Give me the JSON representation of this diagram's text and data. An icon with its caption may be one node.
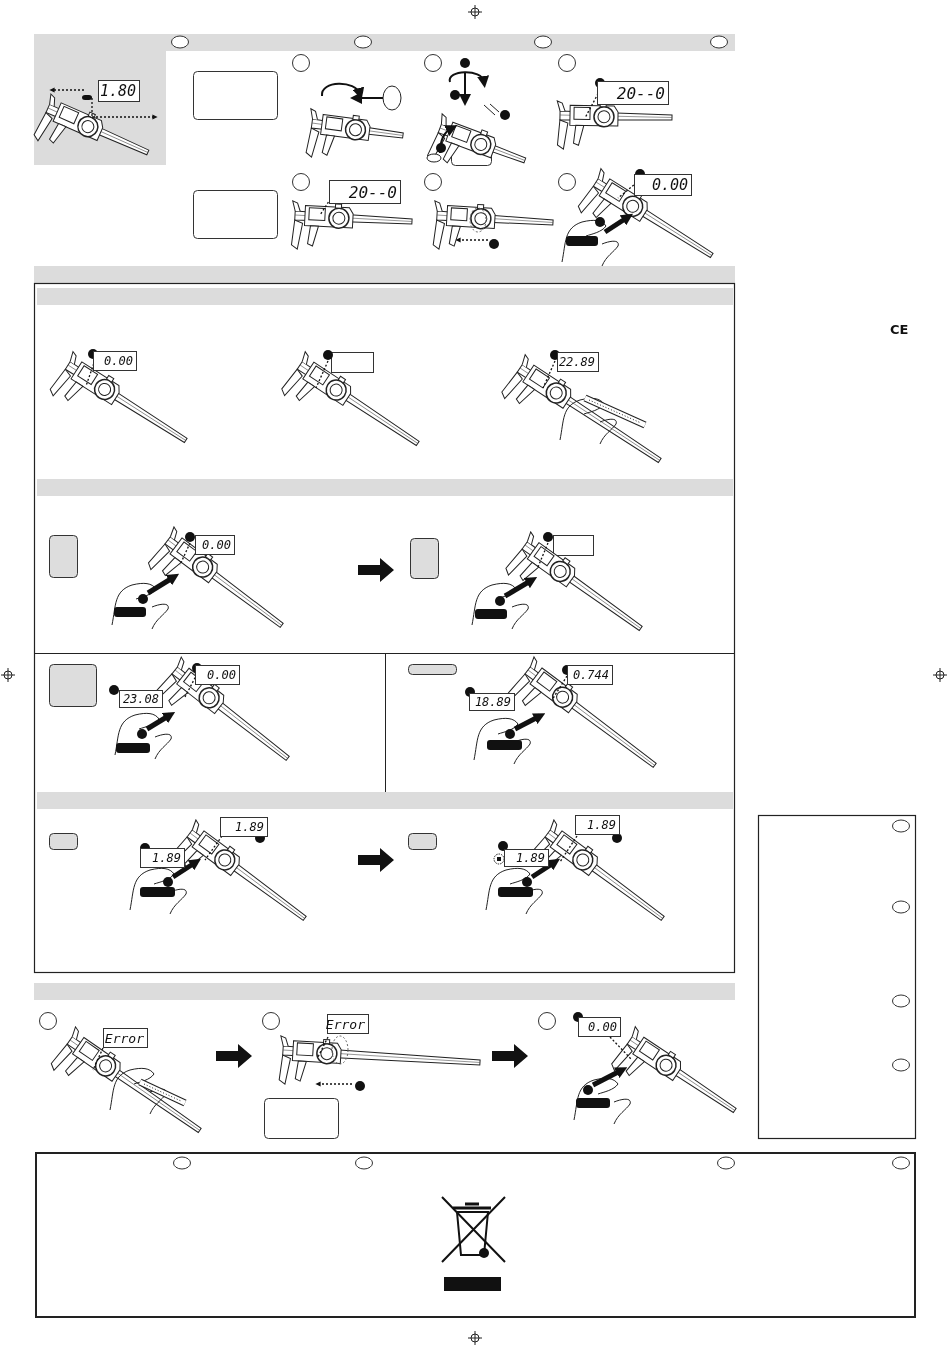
{
  "diagram": {
    "nodes": [
      {
        "text": [],
        "shape": "box"
      },
      {
        "text": [],
        "shape": "box"
      },
      {
        "text": [],
        "shape": "box"
      }
    ],
    "labels": [
      "1.80",
      "20--0",
      "20--0",
      "0.00",
      "0.00",
      "22.89",
      "0.00",
      "23.08",
      "0.00",
      "18.89",
      "0.744",
      "1.89",
      "1.89",
      "1.89",
      "1.89",
      "Error",
      "Error",
      "0.00",
      "CE"
    ]
  }
}
